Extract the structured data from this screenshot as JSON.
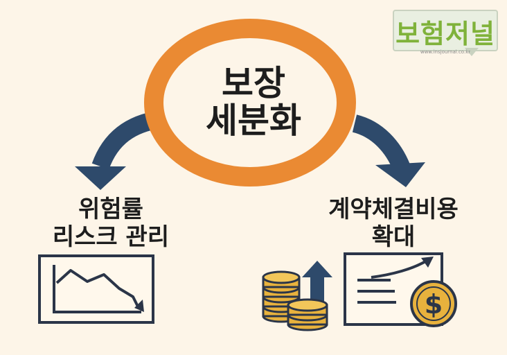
{
  "center": {
    "line1": "보장",
    "line2": "세분화"
  },
  "left": {
    "line1": "위험률",
    "line2": "리스크 관리"
  },
  "right": {
    "line1": "계약체결비용",
    "line2": "확대"
  },
  "logo": {
    "text": "보험저널",
    "url": "www.insjournal.co.kr"
  },
  "colors": {
    "ring": "#ea8a33",
    "arrow": "#2e4a6b",
    "coin": "#e8b23d",
    "background": "#fdf5e8"
  },
  "icons": {
    "left": "declining-chart-icon",
    "right_coins": "coin-stack-icon",
    "right_arrow": "up-arrow-icon",
    "right_doc": "rising-document-icon",
    "right_dollar": "dollar-coin-icon"
  }
}
